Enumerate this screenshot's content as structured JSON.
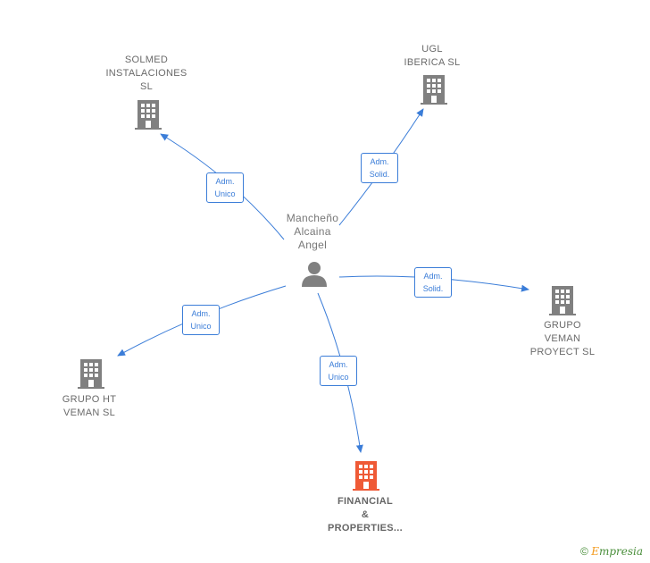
{
  "center": {
    "lines": [
      "Mancheño",
      "Alcaina",
      "Angel"
    ]
  },
  "companies": {
    "solmed": {
      "lines": [
        "SOLMED",
        "INSTALACIONES",
        "SL"
      ]
    },
    "ugl": {
      "lines": [
        "UGL",
        "IBERICA  SL"
      ]
    },
    "veman_proyect": {
      "lines": [
        "GRUPO",
        "VEMAN",
        "PROYECT  SL"
      ]
    },
    "ht_veman": {
      "lines": [
        "GRUPO HT",
        "VEMAN  SL"
      ]
    },
    "financial": {
      "lines": [
        "FINANCIAL",
        "&",
        "PROPERTIES..."
      ]
    }
  },
  "edges": {
    "solmed": [
      "Adm.",
      "Unico"
    ],
    "ugl": [
      "Adm.",
      "Solid."
    ],
    "veman_proyect": [
      "Adm.",
      "Solid."
    ],
    "ht_veman": [
      "Adm.",
      "Unico"
    ],
    "financial": [
      "Adm.",
      "Unico"
    ]
  },
  "colors": {
    "edge": "#3b7dd8",
    "building": "#808080",
    "highlight": "#ef5a36"
  },
  "footer": {
    "copyright": "©",
    "brand_e": "E",
    "brand_rest": "mpresia"
  }
}
